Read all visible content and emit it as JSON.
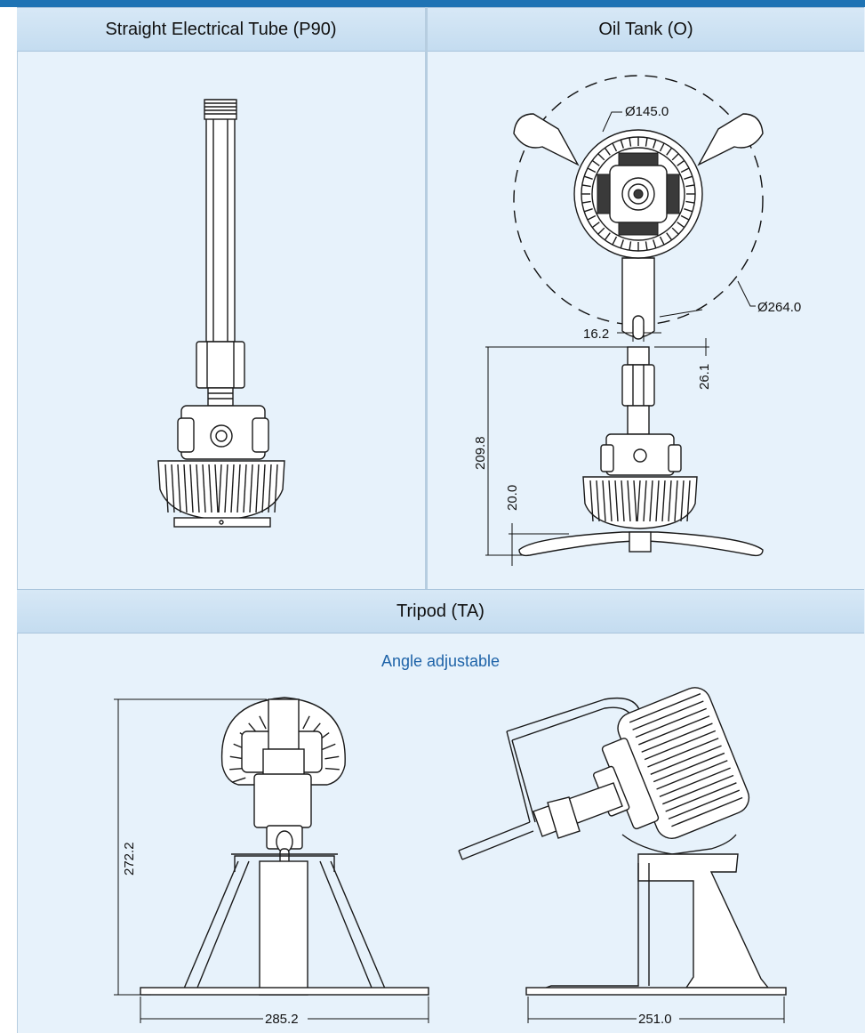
{
  "panels": {
    "top_left_title": "Straight Electrical Tube (P90)",
    "top_right_title": "Oil Tank (O)",
    "bottom_title": "Tripod (TA)",
    "bottom_subtitle": "Angle adjustable"
  },
  "dimensions": {
    "oil_tank": {
      "inner_diameter": "Ø145.0",
      "outer_diameter": "Ø264.0",
      "slot_width": "16.2",
      "total_height": "209.8",
      "top_offset": "26.1",
      "bottom_offset": "20.0"
    },
    "tripod": {
      "height": "272.2",
      "front_width": "285.2",
      "side_width": "251.0"
    }
  },
  "colors": {
    "accent_bar": "#1e73b4",
    "panel_background": "#e7f2fb",
    "header_background": "#c4dcf0",
    "subtitle_text": "#1e63a8"
  }
}
